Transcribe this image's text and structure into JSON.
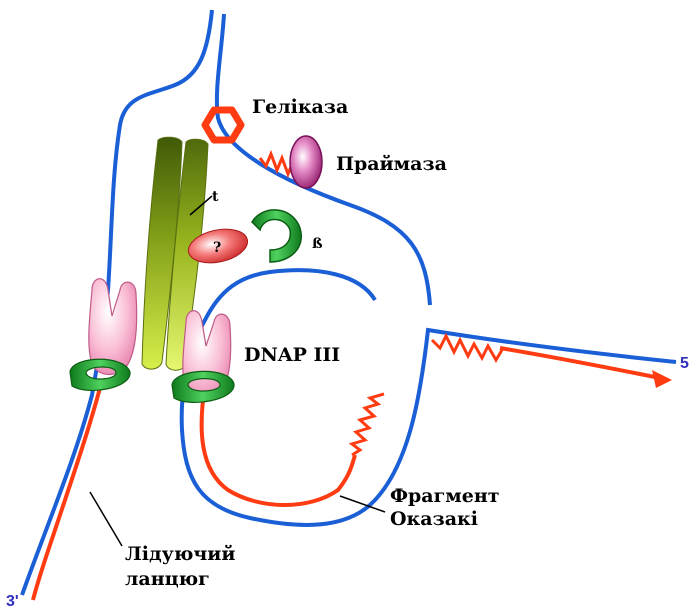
{
  "labels": {
    "helicase": "Геліказа",
    "primase": "Праймаза",
    "tau": "t",
    "unknown": "?",
    "beta": "ß",
    "dnap": "DNAP III",
    "okazaki_line1": "Фрагмент",
    "okazaki_line2": "Оказакі",
    "leading_line1": "Лідуючий",
    "leading_line2": "ланцюг",
    "end_5": "5",
    "end_3": "3'"
  },
  "colors": {
    "template_strand": "#1a5fd6",
    "new_strand": "#ff3b12",
    "helicase": "#ff3b12",
    "clamp": "#1e9a2a",
    "tau_protein": "#8fb61a",
    "polymerase": "#f4a6c3",
    "primase": "#b0247a",
    "unknown_protein": "#e83a3a",
    "end_label": "#3030c0"
  },
  "icons": {
    "helicase": "hexagon-ring",
    "primase": "ellipse",
    "clamp": "open-ring",
    "polymerase": "molar-tooth"
  }
}
